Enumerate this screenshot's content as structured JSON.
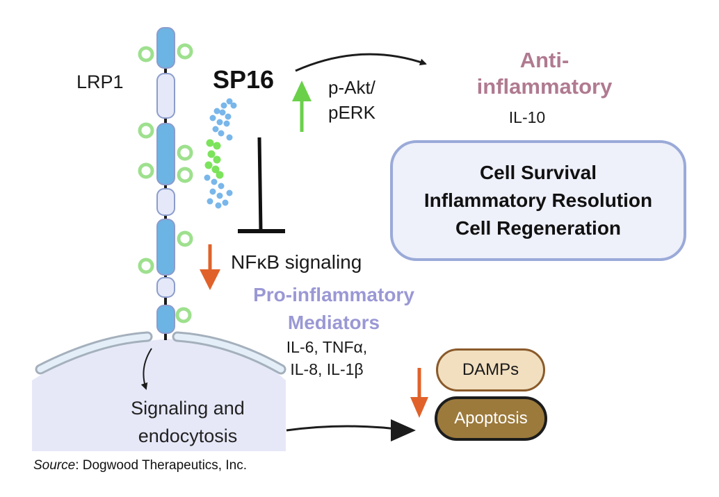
{
  "labels": {
    "receptor": "LRP1",
    "ligand": "SP16",
    "kinases_line1": "p-Akt/",
    "kinases_line2": "pERK",
    "anti_inflammatory_line1": "Anti-",
    "anti_inflammatory_line2": "inflammatory",
    "anti_cytokine": "IL-10",
    "nfkb": "NFκB signaling",
    "pro_inflammatory_line1": "Pro-inflammatory",
    "pro_inflammatory_line2": "Mediators",
    "pro_cytokines_line1": "IL-6, TNFα,",
    "pro_cytokines_line2": "IL-8, IL-1β",
    "signaling_line1": "Signaling and",
    "signaling_line2": "endocytosis",
    "damps": "DAMPs",
    "apoptosis": "Apoptosis"
  },
  "outcomes": {
    "lines": [
      "Cell Survival",
      "Inflammatory Resolution",
      "Cell Regeneration"
    ]
  },
  "source": {
    "prefix": "Source",
    "text": ": Dogwood Therapeutics, Inc."
  },
  "colors": {
    "receptor_dark": "#6cb4e4",
    "receptor_light": "#e4e8f8",
    "receptor_border": "#8c9ccc",
    "glyco_ring": "#9ee08e",
    "up_arrow": "#6ad04a",
    "down_arrow": "#e0622a",
    "anti_inflammatory": "#b07a90",
    "pro_inflammatory": "#9a98d4",
    "cell_fill": "#e6e8f8",
    "membrane": "#e4eef8",
    "membrane_border": "#a4b0bc",
    "damps_fill": "#f1dfc0",
    "apoptosis_fill": "#9c7a3c"
  },
  "icons": {
    "receptor": "lrp1-receptor-icon",
    "peptide": "sp16-peptide-icon",
    "increase": "up-arrow-icon",
    "decrease": "down-arrow-icon",
    "inhibition": "inhibition-bar-icon"
  }
}
